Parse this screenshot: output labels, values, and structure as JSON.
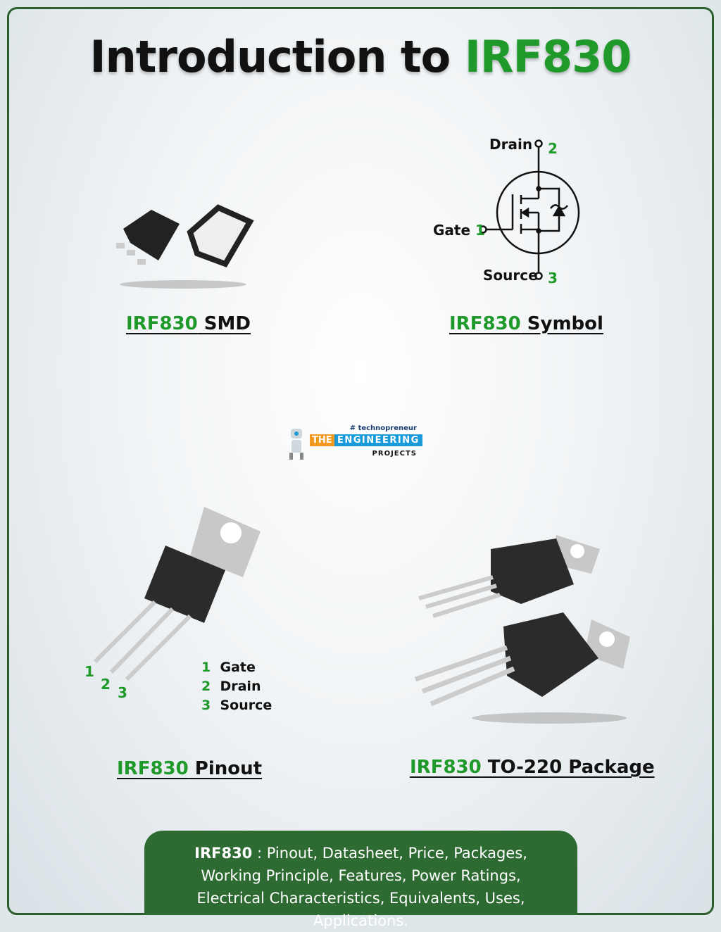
{
  "title": {
    "prefix": "Introduction to ",
    "highlight": "IRF830"
  },
  "captions": [
    {
      "part": "IRF830",
      "rest": " SMD"
    },
    {
      "part": "IRF830",
      "rest": " Symbol"
    },
    {
      "part": "IRF830",
      "rest": " Pinout"
    },
    {
      "part": "IRF830",
      "rest": " TO-220 Package"
    }
  ],
  "symbol": {
    "drain": "Drain",
    "drain_num": "2",
    "gate": "Gate",
    "gate_num": "1",
    "source": "Source",
    "source_num": "3"
  },
  "pinout": {
    "pin_numbers": [
      "1",
      "2",
      "3"
    ],
    "legend": [
      {
        "num": "1",
        "name": "Gate"
      },
      {
        "num": "2",
        "name": "Drain"
      },
      {
        "num": "3",
        "name": "Source"
      }
    ]
  },
  "logo": {
    "tag": "# technopreneur",
    "the": "THE",
    "engineering": "ENGINEERING",
    "projects": "PROJECTS"
  },
  "banner": {
    "bold": "IRF830",
    "text": " : Pinout, Datasheet, Price, Packages, Working Principle, Features, Power Ratings, Electrical Characteristics, Equivalents, Uses, Applications."
  },
  "colors": {
    "accent": "#1f9a2a",
    "frame": "#2d5f2e",
    "banner": "#2e6b33"
  }
}
